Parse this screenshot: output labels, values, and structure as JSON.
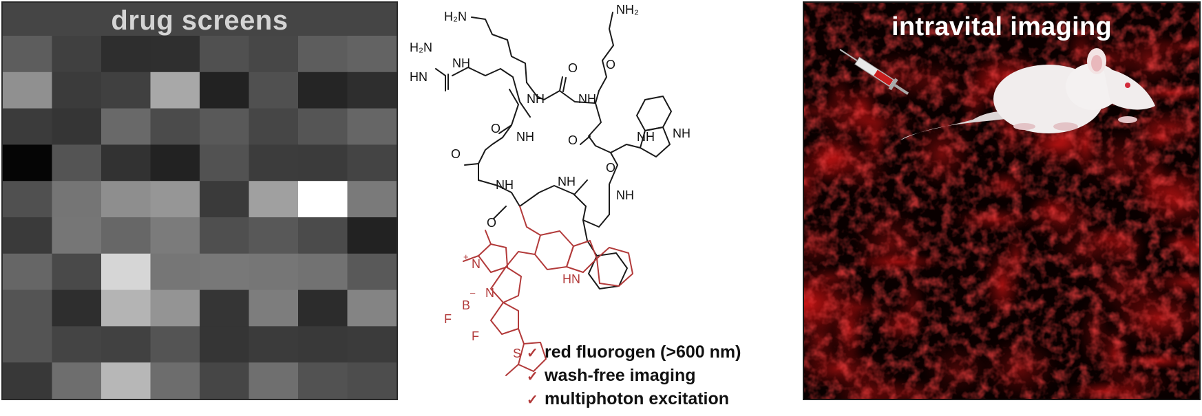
{
  "panels": {
    "left_title": "drug screens",
    "right_title": "intravital imaging"
  },
  "heatmap": {
    "rows": 10,
    "cols": 8,
    "gray_levels": [
      [
        93,
        64,
        46,
        47,
        80,
        71,
        93,
        99
      ],
      [
        144,
        59,
        64,
        168,
        34,
        80,
        37,
        46
      ],
      [
        59,
        53,
        105,
        75,
        89,
        70,
        85,
        102
      ],
      [
        5,
        84,
        50,
        34,
        82,
        60,
        59,
        68
      ],
      [
        80,
        117,
        142,
        150,
        58,
        160,
        255,
        122
      ],
      [
        58,
        118,
        103,
        123,
        79,
        88,
        75,
        34
      ],
      [
        102,
        73,
        214,
        118,
        120,
        118,
        114,
        89
      ],
      [
        84,
        46,
        180,
        148,
        53,
        125,
        44,
        132
      ],
      [
        84,
        68,
        65,
        84,
        53,
        59,
        57,
        59
      ],
      [
        56,
        110,
        183,
        109,
        70,
        111,
        82,
        77
      ]
    ]
  },
  "molecule_labels": {
    "amine_top_left": "H₂N",
    "amine_top_right": "NH₂",
    "guanidine_nh2": "H₂N",
    "guanidine_hn": "HN",
    "nh": "NH",
    "nh2": "NH",
    "o": "O",
    "hn_red": "HN",
    "n_plus": "N",
    "plus": "+",
    "minus": "–",
    "boron": "B",
    "fluorine_1": "F",
    "fluorine_2": "F",
    "n_red": "N",
    "sulfur": "S"
  },
  "features": [
    "red fluorogen (>600 nm)",
    "wash-free imaging",
    "multiphoton excitation"
  ],
  "feature_check": "✓",
  "colors": {
    "dye_red": "#b23a3a",
    "tissue_red": "#d01515",
    "text_dark": "#111111"
  }
}
